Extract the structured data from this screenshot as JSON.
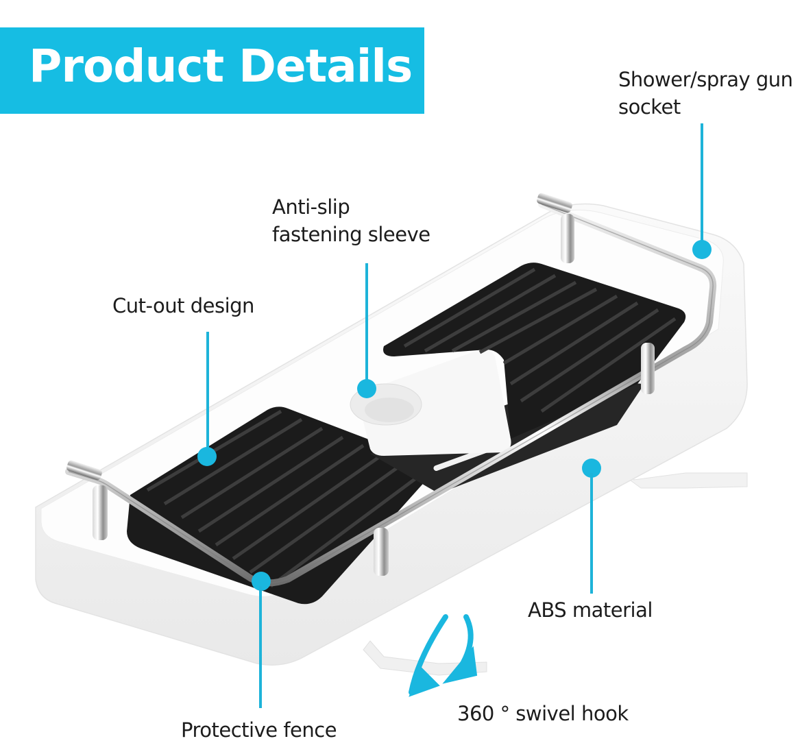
{
  "banner": {
    "title": "Product Details",
    "color": "#16bde3"
  },
  "callouts": [
    {
      "id": "socket",
      "label_line1": "Shower/spray gun",
      "label_line2": "socket"
    },
    {
      "id": "sleeve",
      "label_line1": "Anti-slip",
      "label_line2": "fastening sleeve"
    },
    {
      "id": "cutout",
      "label": "Cut-out design"
    },
    {
      "id": "abs",
      "label": "ABS material"
    },
    {
      "id": "hook",
      "label": "360 ° swivel hook"
    },
    {
      "id": "fence",
      "label": "Protective fence"
    }
  ],
  "accent_color": "#1ab7df",
  "product": {
    "name": "shower caddy shelf",
    "tray_color": "#1c1c1c",
    "body_color": "#ffffff",
    "rail": "chrome"
  }
}
